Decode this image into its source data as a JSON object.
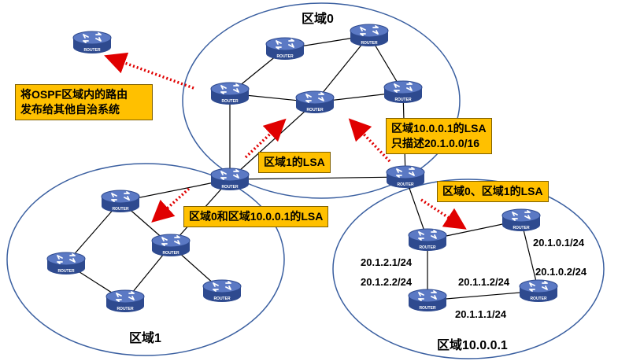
{
  "areas": {
    "area0": "区域0",
    "area1": "区域1",
    "area10": "区域10.0.0.1"
  },
  "router_label": "ROUTER",
  "callouts": {
    "external": [
      "将OSPF区域内的路由",
      "发布给其他自治系统"
    ],
    "area1_lsa": [
      "区域1的LSA"
    ],
    "area0_area10_lsa": [
      "区域0和区域10.0.0.1的LSA"
    ],
    "area10_summary": [
      "区域10.0.0.1的LSA",
      "只描述20.1.0.0/16"
    ],
    "area0_area1_lsa": [
      "区域0、区域1的LSA"
    ]
  },
  "addresses": {
    "a1": "20.1.2.1/24",
    "a2": "20.1.2.2/24",
    "a3": "20.1.1.2/24",
    "a4": "20.1.1.1/24",
    "a5": "20.1.0.1/24",
    "a6": "20.1.0.2/24"
  },
  "colors": {
    "router_fill": "#2e4a8f",
    "router_top": "#5b79c4",
    "callout_fill": "#ffc000",
    "arrow": "#e00000",
    "area_outline": "#3a5fa0"
  },
  "icons": [
    "router-icon",
    "arrow-dotted"
  ]
}
